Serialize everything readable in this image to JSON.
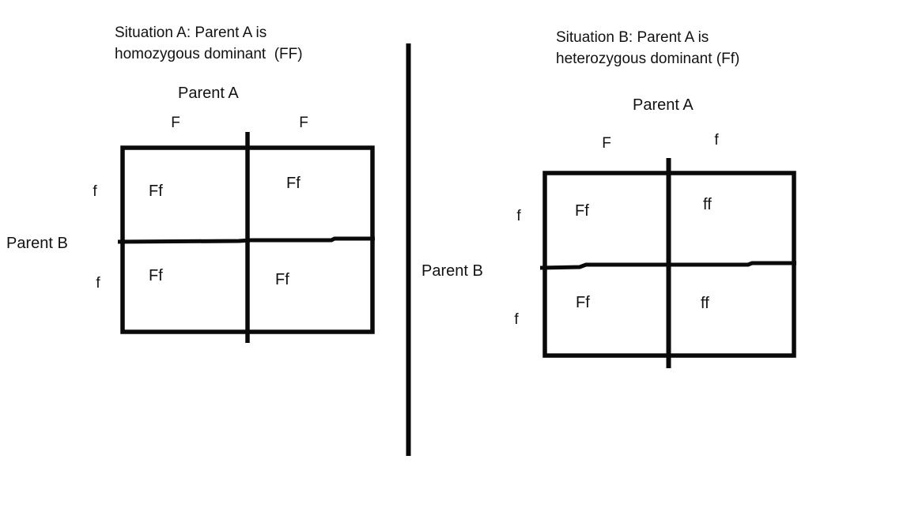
{
  "page": {
    "background_color": "#ffffff",
    "ink_color": "#0a0a0a"
  },
  "panels": [
    {
      "id": "situation-a",
      "title_line1": "Situation A: Parent A is",
      "title_line2": "homozygous dominant  (FF)",
      "parent_a_label": "Parent A",
      "parent_b_label": "Parent B",
      "col_labels": [
        "F",
        "F"
      ],
      "row_labels": [
        "f",
        "f"
      ],
      "cells": [
        [
          "Ff",
          "Ff"
        ],
        [
          "Ff",
          "Ff"
        ]
      ]
    },
    {
      "id": "situation-b",
      "title_line1": "Situation B: Parent A is",
      "title_line2": "heterozygous dominant (Ff)",
      "parent_a_label": "Parent A",
      "parent_b_label": "Parent B",
      "col_labels": [
        "F",
        "f"
      ],
      "row_labels": [
        "f",
        "f"
      ],
      "cells": [
        [
          "Ff",
          "ff"
        ],
        [
          "Ff",
          "ff"
        ]
      ]
    }
  ]
}
